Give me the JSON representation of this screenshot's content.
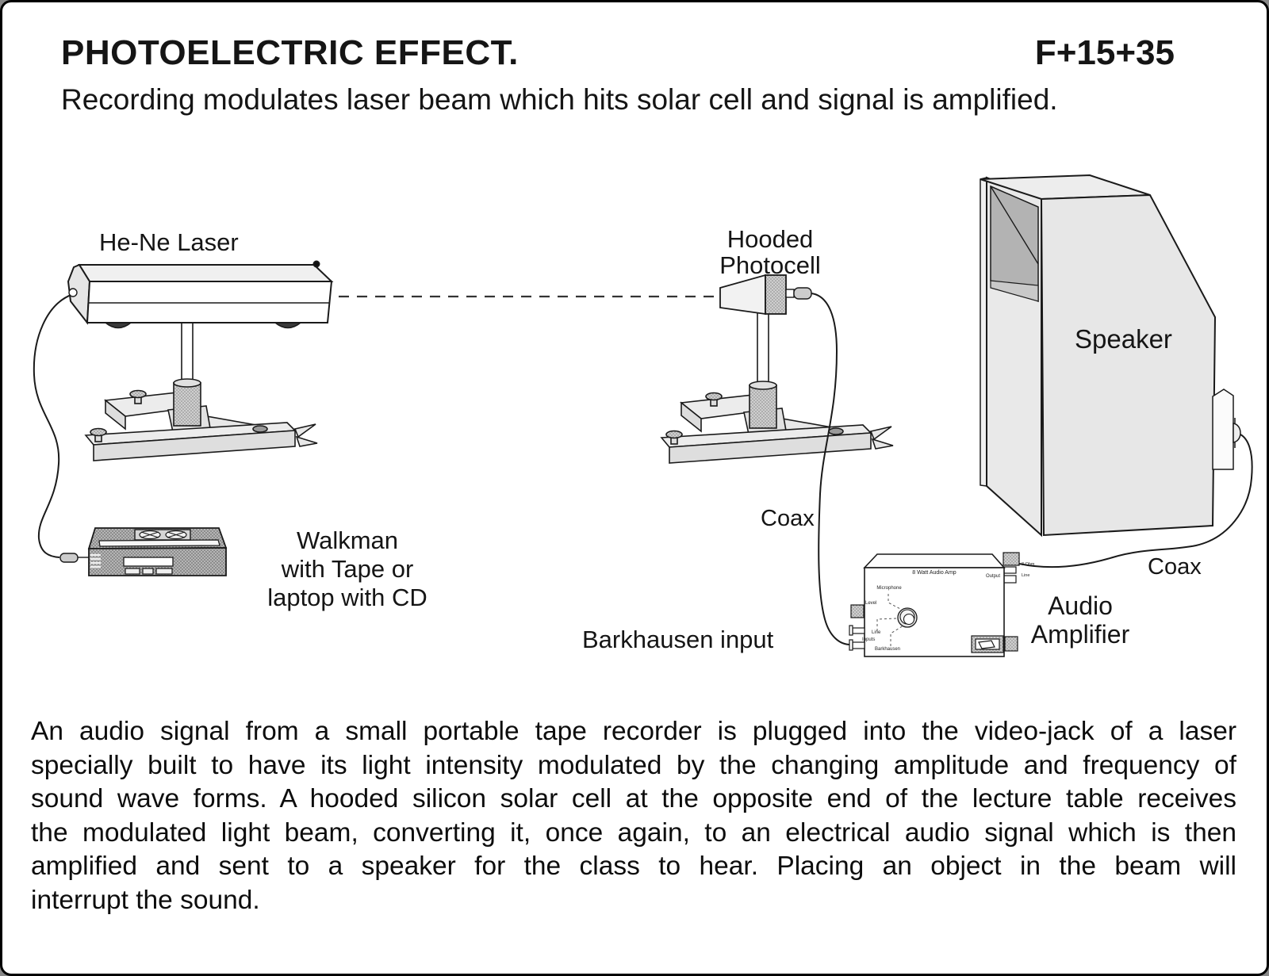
{
  "page": {
    "title": "PHOTOELECTRIC EFFECT.",
    "code": "F+15+35",
    "subtitle": "Recording modulates laser beam which hits solar cell and signal is amplified."
  },
  "labels": {
    "laser": "He-Ne Laser",
    "photocell_1": "Hooded",
    "photocell_2": "Photocell",
    "speaker": "Speaker",
    "source_1": "Walkman",
    "source_2": "with Tape or",
    "source_3": "laptop with CD",
    "coax_left": "Coax",
    "coax_right": "Coax",
    "barkhausen": "Barkhausen input",
    "amp_1": "Audio",
    "amp_2": "Amplifier"
  },
  "amp_panel": {
    "title": "8 Watt Audio Amp",
    "output": "Output",
    "mic": "Microphone",
    "level": "Level",
    "line_in": "Line",
    "inputs": "Inputs",
    "barkhausen": "Barkhausen",
    "ohm_out": "8 Ohm",
    "line_out": "Line"
  },
  "description": {
    "lines": [
      "An audio signal from a small portable tape recorder is plugged into the video-jack of a laser",
      "specially built to have its light intensity modulated by the changing amplitude and frequency of",
      "sound wave forms.  A hooded silicon solar cell at the opposite end of the lecture table receives",
      "the modulated light beam, converting it, once again, to an electrical audio signal which is then",
      "amplified and sent to a speaker for the class to hear. Placing an object in the beam will",
      "interrupt the sound."
    ]
  },
  "colors": {
    "ink": "#1a1a1a",
    "fill_light": "#e9e9e9",
    "fill_mid": "#bdbdbd",
    "horn_dark": "#b3b3b3",
    "background": "#ffffff"
  }
}
